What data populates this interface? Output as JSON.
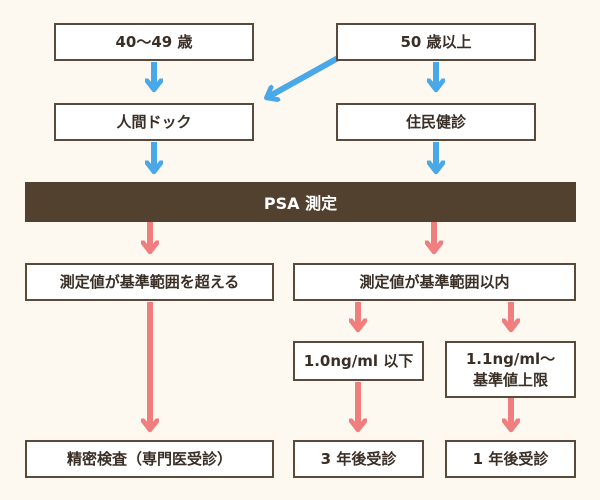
{
  "boxes": {
    "age_40_49": "40～49 歳",
    "age_50_plus": "50 歳以上",
    "ningen_dock": "人間ドック",
    "jumin_kenshin": "住民健診",
    "psa": "PSA 測定",
    "exceeds": "測定値が基準範囲を超える",
    "within": "測定値が基準範囲以内",
    "low_range": "1.0ng/ml 以下",
    "mid_range_line1": "1.1ng/ml～",
    "mid_range_line2": "基準値上限",
    "detailed_exam": "精密検査（専門医受診）",
    "three_year": "3 年後受診",
    "one_year": "1 年後受診"
  },
  "colors": {
    "blue_arrow": "#4aa8e8",
    "pink_arrow": "#f07e7e",
    "box_border": "#5a4a3c",
    "bar_fill": "#52412f",
    "background": "#fdf8f0"
  }
}
